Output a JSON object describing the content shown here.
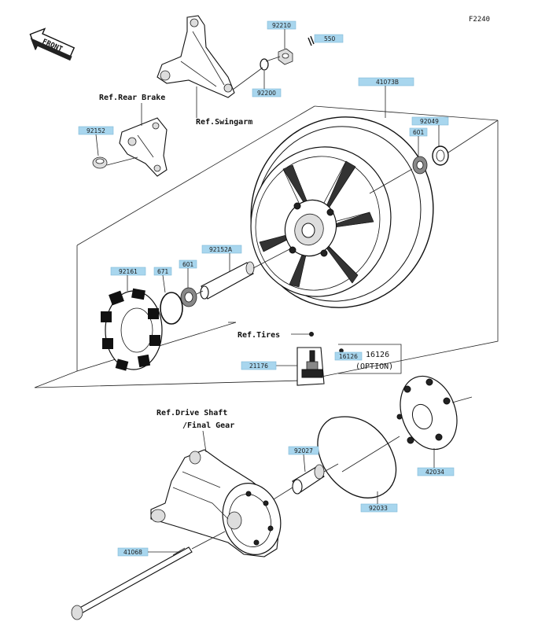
{
  "figure_code": "F2240",
  "front_label": "FRONT",
  "refs": {
    "rear_brake": "Ref.Rear Brake",
    "swingarm": "Ref.Swingarm",
    "tires": "Ref.Tires",
    "drive_shaft_1": "Ref.Drive Shaft",
    "drive_shaft_2": "/Final Gear"
  },
  "option_note": {
    "part": "16126",
    "text": "(OPTION)"
  },
  "parts": {
    "p92210": "92210",
    "p550": "550",
    "p92200": "92200",
    "p41073B": "41073B",
    "p92152": "92152",
    "p92049": "92049",
    "p601a": "601",
    "p92152A": "92152A",
    "p92161": "92161",
    "p671": "671",
    "p601b": "601",
    "p16126": "16126",
    "p21176": "21176",
    "p92027": "92027",
    "p42034": "42034",
    "p92033": "92033",
    "p41068": "41068"
  },
  "colors": {
    "label_fill": "#a8d6ee",
    "line": "#222222"
  }
}
